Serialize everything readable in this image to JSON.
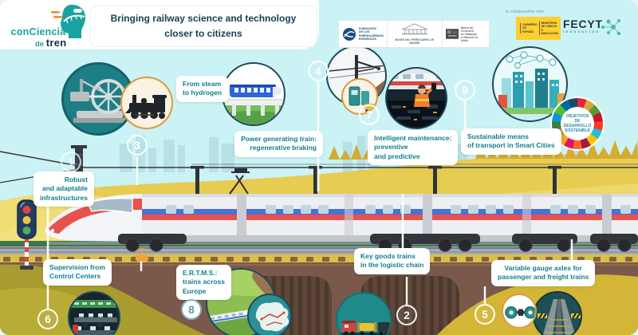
{
  "brand": {
    "part1": "conCiencia",
    "part2": "de",
    "part3": "tren"
  },
  "header": {
    "title": "Bringing railway science and technology\ncloser to citizens"
  },
  "partners": {
    "collab_note": "in collaboration with",
    "ffe": "FUNDACIÓN\nDE LOS\nFERROCARRILES\nESPAÑOLES",
    "museo_madrid": "MUSEO DEL FERROCARRIL DE MADRID",
    "museu_catalunya": "Museu del Ferrocarril\nde Catalunya\na Vilanova i la Geltrú",
    "gov": "GOBIERNO\nDE ESPAÑA",
    "ministry": "MINISTERIO\nDE CIENCIA\nE INNOVACIÓN",
    "fecyt": "FECYT",
    "fecyt_sub": "innovación"
  },
  "callouts": {
    "steam": {
      "num": "1",
      "label": "From steam\nto hydrogen"
    },
    "goods": {
      "num": "2",
      "label": "Key goods trains\nin the logistic chain"
    },
    "robust": {
      "num": "3",
      "label": "Robust\nand adaptable\ninfrastructures"
    },
    "power": {
      "num": "4",
      "label": "Power generating train:\nregenerative braking"
    },
    "gauge": {
      "num": "5",
      "label": "Variable gauge axles for\npassenger and freight trains"
    },
    "supervision": {
      "num": "6",
      "label": "Supervision from\nControl Centers"
    },
    "maintenance": {
      "num": "7",
      "label": "Intelligent maintenance:\npreventive\nand predictive"
    },
    "ertms": {
      "num": "8",
      "label": "E.R.T.M.S.:\ntrains across\nEurope"
    },
    "smartcity": {
      "num": "9",
      "label": "Sustainable means\nof transport in Smart Cities"
    }
  },
  "sdg": {
    "label": "OBJETIVOS\nDE DESARROLLO\nSOSTENIBLE"
  },
  "colors": {
    "accent_teal": "#17a3a1",
    "label_text": "#0f7f8e",
    "navy": "#0d3050",
    "hill_yellow": "#e7cc52",
    "train_red": "#e8514e",
    "train_blue": "#4a71d6"
  }
}
